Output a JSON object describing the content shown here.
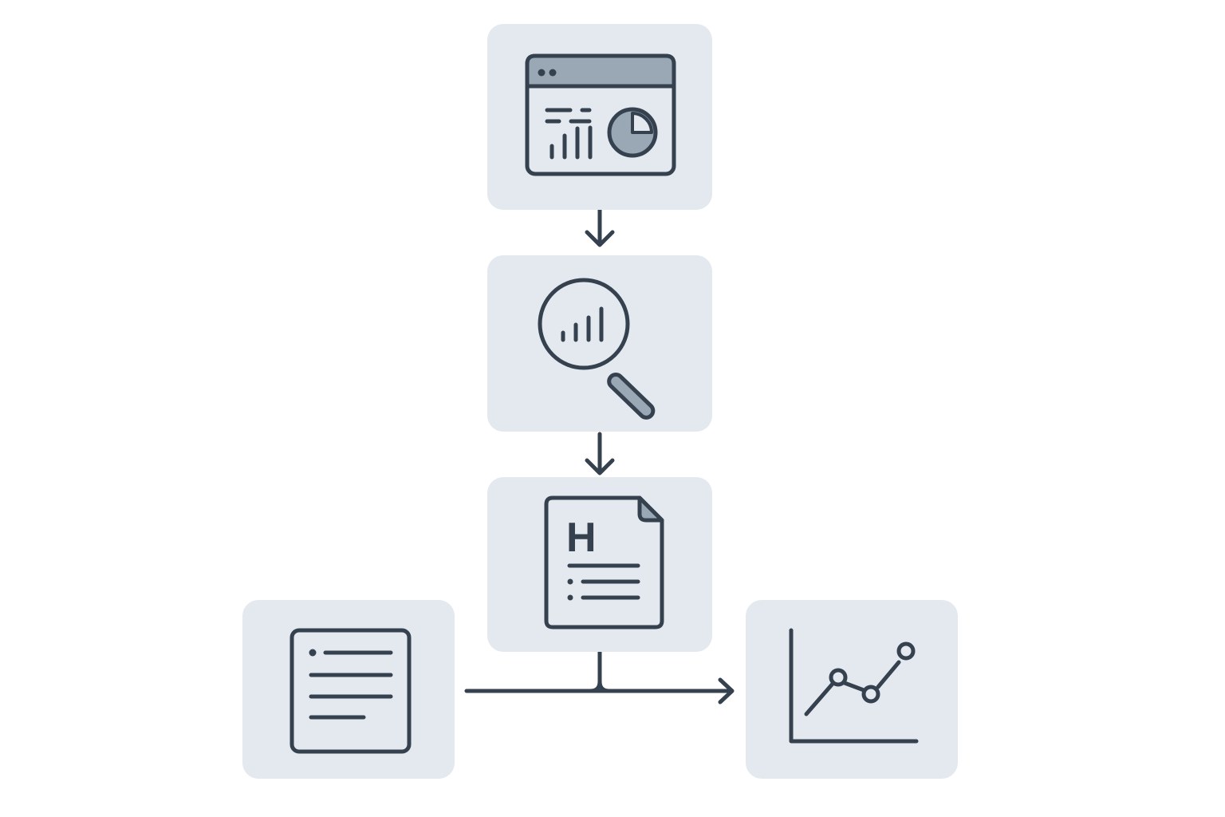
{
  "colors": {
    "card_background": "#e4e9ef",
    "stroke": "#36414f",
    "accent_fill": "#9aa8b6",
    "page_background": "#ffffff"
  },
  "nodes": [
    {
      "id": "dashboard",
      "icon": "dashboard-window-icon"
    },
    {
      "id": "analyze",
      "icon": "magnifier-bar-chart-icon"
    },
    {
      "id": "document",
      "icon": "document-heading-icon"
    },
    {
      "id": "list",
      "icon": "list-document-icon"
    },
    {
      "id": "chart",
      "icon": "line-chart-icon"
    }
  ],
  "document_icon": {
    "heading_letter": "H"
  },
  "edges": [
    {
      "from": "dashboard",
      "to": "analyze"
    },
    {
      "from": "analyze",
      "to": "document"
    },
    {
      "from": "list",
      "to": "chart"
    },
    {
      "from": "document",
      "to": "chart"
    }
  ]
}
